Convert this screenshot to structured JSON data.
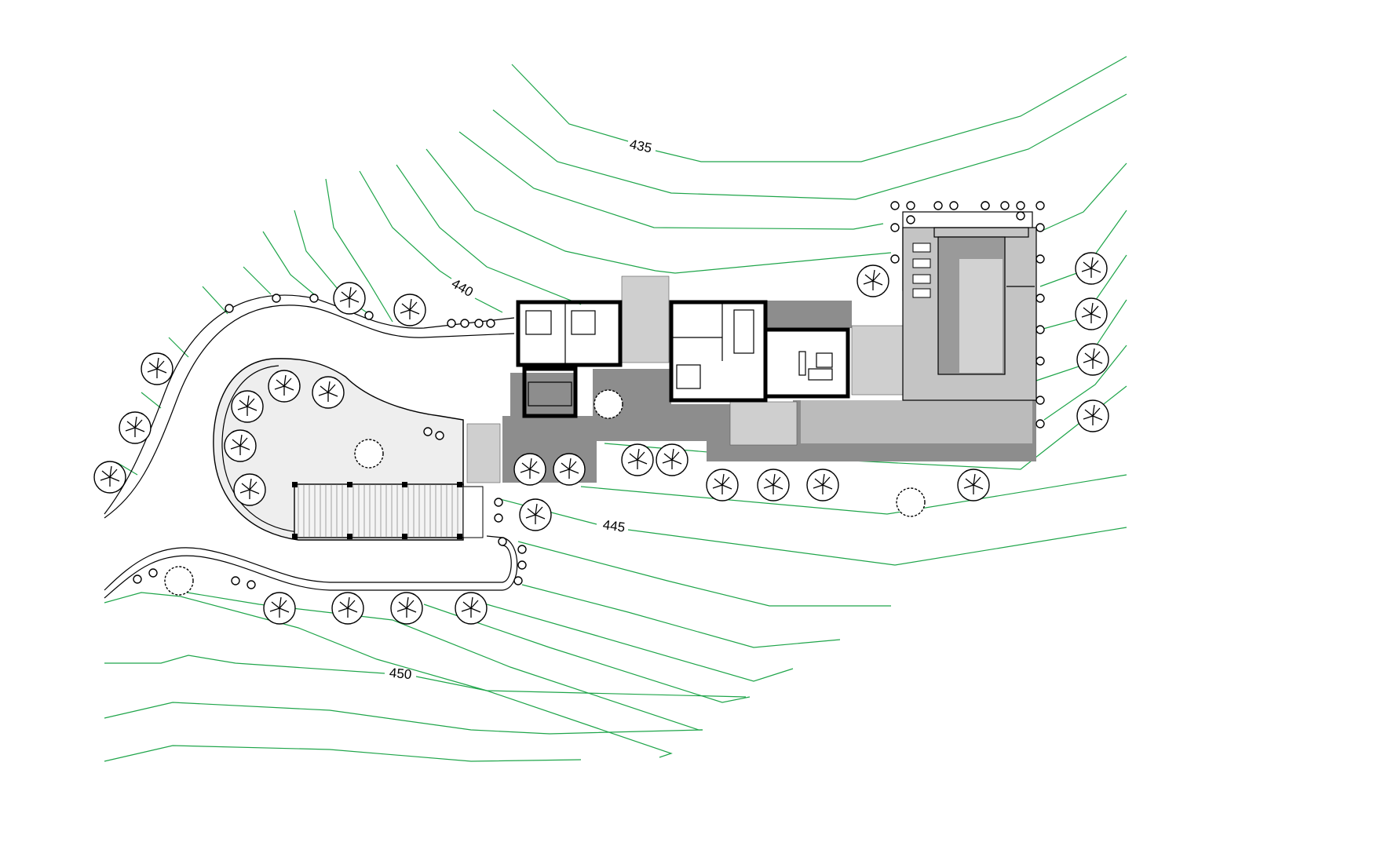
{
  "site_plan": {
    "contour_labels": [
      {
        "id": "c435",
        "text": "435"
      },
      {
        "id": "c440",
        "text": "440"
      },
      {
        "id": "c445",
        "text": "445"
      },
      {
        "id": "c450",
        "text": "450"
      }
    ],
    "colors": {
      "contour": "#1fa54a",
      "paving": "#8d8d8d",
      "stone": "#cfcfcf",
      "pool_water": "#9a9a9a",
      "pool_shallow": "#d2d2d2"
    }
  }
}
